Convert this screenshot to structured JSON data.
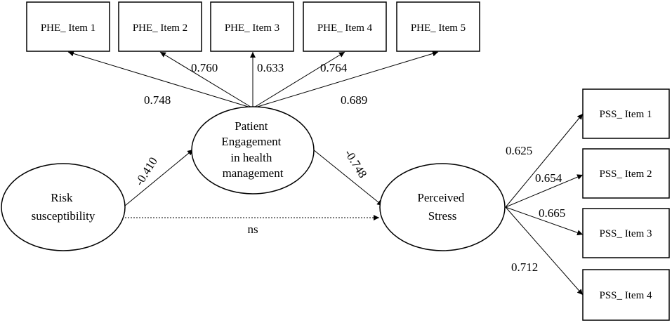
{
  "latents": {
    "risk": [
      "Risk",
      "susceptibility"
    ],
    "engagement": [
      "Patient",
      "Engagement",
      "in health",
      "management"
    ],
    "stress": [
      "Perceived",
      "Stress"
    ]
  },
  "phe_items": [
    "PHE_ Item 1",
    "PHE_ Item 2",
    "PHE_ Item 3",
    "PHE_ Item 4",
    "PHE_ Item 5"
  ],
  "pss_items": [
    "PSS_ Item 1",
    "PSS_ Item 2",
    "PSS_ Item 3",
    "PSS_ Item 4"
  ],
  "phe_loadings": [
    "0.748",
    "0.760",
    "0.633",
    "0.764",
    "0.689"
  ],
  "pss_loadings": [
    "0.625",
    "0.654",
    "0.665",
    "0.712"
  ],
  "paths": {
    "risk_to_engagement": "-0.410",
    "engagement_to_stress": "-0.748",
    "risk_to_stress": "ns"
  }
}
